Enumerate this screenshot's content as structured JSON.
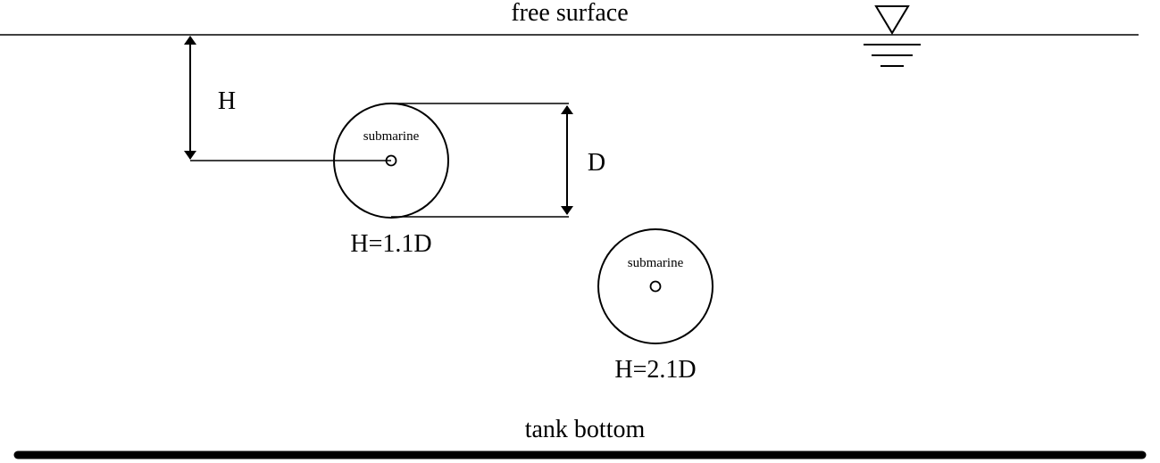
{
  "labels": {
    "free_surface": "free surface",
    "tank_bottom": "tank bottom",
    "depth_symbol": "H",
    "diameter_symbol": "D"
  },
  "submarines": [
    {
      "label": "submarine",
      "caption": "H=1.1D"
    },
    {
      "label": "submarine",
      "caption": "H=2.1D"
    }
  ],
  "colors": {
    "line": "#000000",
    "background": "#ffffff"
  },
  "icons": {
    "water_level": "water-level-triangle-icon"
  }
}
